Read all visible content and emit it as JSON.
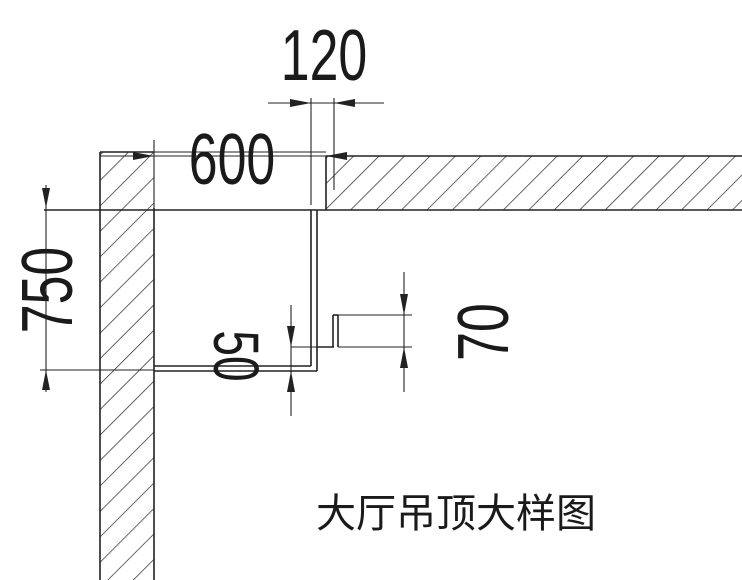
{
  "drawing": {
    "title": "大厅吊顶大样图",
    "dimensions": {
      "top_120": "120",
      "top_600": "600",
      "left_750": "750",
      "mid_50": "50",
      "right_70": "70"
    }
  }
}
